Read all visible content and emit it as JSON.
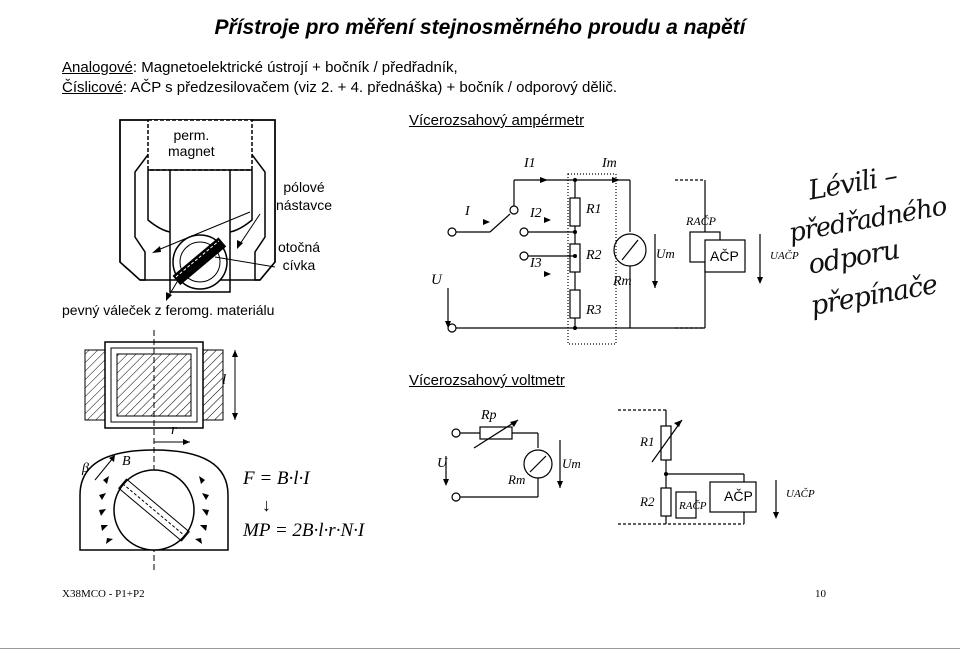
{
  "title": "Přístroje pro měření stejnosměrného proudu a napětí",
  "intro": {
    "analog_label": "Analogové",
    "analog_text": ": Magnetoelektrické ústrojí + bočník / předřadník,",
    "digital_label": "Číslicové",
    "digital_text": ": AČP s předzesilovačem (viz 2. + 4. přednáška) + bočník / odporový dělič."
  },
  "magnet_diagram": {
    "perm_magnet_line1": "perm.",
    "perm_magnet_line2": "magnet",
    "pole_pieces_line1": "pólové",
    "pole_pieces_line2": "nástavce",
    "coil_line1": "otočná",
    "coil_line2": "cívka",
    "cylinder": "pevný váleček z feromg. materiálu"
  },
  "coil_diagram": {
    "l_label": "l",
    "r_label": "r",
    "beta_label": "β",
    "b_label": "B",
    "force_eq": "F = B·l·I",
    "arrow": "↓",
    "torque_eq": "MP = 2B·l·r·N·I"
  },
  "ammeter": {
    "heading": "Vícerozsahový ampérmetr",
    "I1": "I1",
    "Im": "Im",
    "I": "I",
    "I2": "I2",
    "I3": "I3",
    "U": "U",
    "R1": "R1",
    "R2": "R2",
    "R3": "R3",
    "Rm": "Rm",
    "Um": "Um",
    "Racp": "RAČP",
    "acp": "AČP",
    "Uacp": "UAČP"
  },
  "handwritten": {
    "line1": "Lévili –",
    "line2": "předřadného",
    "line3": "odporu",
    "line4": "přepínače"
  },
  "voltmeter": {
    "heading": "Vícerozsahový voltmetr",
    "Rp": "Rp",
    "U": "U",
    "Rm": "Rm",
    "Um": "Um",
    "R1": "R1",
    "R2": "R2",
    "Racp": "RAČP",
    "acp": "AČP",
    "Uacp": "UAČP"
  },
  "footer": {
    "course": "X38MCO - P1+P2",
    "page": "10"
  }
}
